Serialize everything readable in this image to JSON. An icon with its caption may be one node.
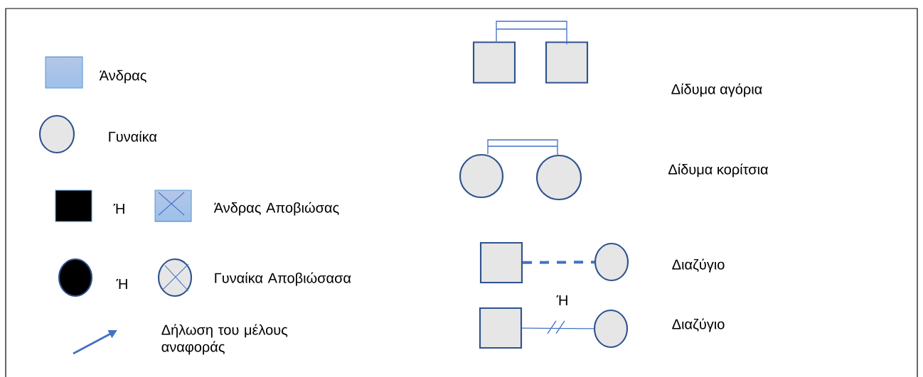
{
  "diagram": {
    "nodes": [
      {
        "text": [],
        "shape": "box"
      },
      {
        "text": [],
        "shape": "box"
      },
      {
        "text": [],
        "shape": "circle"
      },
      {
        "text": [],
        "shape": "circle"
      },
      {
        "text": [],
        "shape": "box"
      },
      {
        "text": [],
        "shape": "circle",
        "beside": [
          "Διαζύγιο"
        ]
      },
      {
        "text": [],
        "shape": "box"
      },
      {
        "text": [],
        "shape": "circle",
        "beside": [
          "Διαζύγιο"
        ]
      }
    ],
    "edges": [
      {
        "from": 0,
        "to": 1,
        "arrow": "none"
      },
      {
        "from": 2,
        "to": 3,
        "arrow": "none"
      },
      {
        "from": 4,
        "to": 5,
        "arrow": "none",
        "style": "dashed"
      },
      {
        "from": 6,
        "to": 7,
        "arrow": "none"
      }
    ],
    "labels": [
      "Δίδυμα αγόρια",
      "Δίδυμα κορίτσια",
      "Ή",
      "Ή",
      "Ή"
    ],
    "legend": [
      {
        "text": "Άνδρας"
      },
      {
        "text": "Γυναίκα"
      },
      {
        "text": "Άνδρας Αποβιώσας"
      },
      {
        "text": "Γυναίκα Αποβιώσασα"
      },
      {
        "text": "Δήλωση του μέλους αναφοράς"
      }
    ]
  }
}
